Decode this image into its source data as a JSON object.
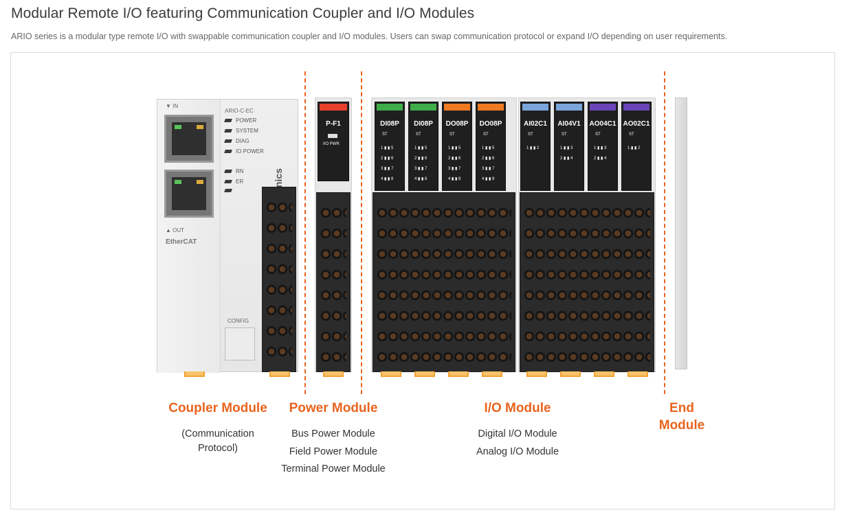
{
  "header": {
    "title": "Modular Remote I/O featuring Communication Coupler and I/O Modules",
    "description": "ARIO series is a modular type remote I/O with swappable communication coupler and I/O modules. Users can swap communication protocol or expand I/O depending on user requirements."
  },
  "device": {
    "coupler": {
      "model": "ARIO-C-EC",
      "brand": "Autonics",
      "port_in": "▼ IN",
      "port_out": "▲ OUT",
      "protocol_logo": "EtherCAT",
      "config": "CONFIG",
      "leds": [
        "POWER",
        "SYSTEM",
        "DIAG",
        "IO POWER",
        "RN",
        "ER",
        ""
      ]
    },
    "power_module": {
      "label": "P-F1",
      "sub": "I/O PWR",
      "cap_color": "#e8402a"
    },
    "io_modules": [
      {
        "label": "DI08P",
        "cap_color": "#3fae49",
        "st": "ST",
        "channels": [
          "1 ▮ ▮ 5",
          "2 ▮ ▮ 6",
          "3 ▮ ▮ 7",
          "4 ▮ ▮ 8"
        ]
      },
      {
        "label": "DI08P",
        "cap_color": "#3fae49",
        "st": "ST",
        "channels": [
          "1 ▮ ▮ 5",
          "2 ▮ ▮ 6",
          "3 ▮ ▮ 7",
          "4 ▮ ▮ 8"
        ]
      },
      {
        "label": "DO08P",
        "cap_color": "#f07a22",
        "st": "ST",
        "channels": [
          "1 ▮ ▮ 5",
          "2 ▮ ▮ 6",
          "3 ▮ ▮ 7",
          "4 ▮ ▮ 8"
        ]
      },
      {
        "label": "DO08P",
        "cap_color": "#f07a22",
        "st": "ST",
        "channels": [
          "1 ▮ ▮ 5",
          "2 ▮ ▮ 6",
          "3 ▮ ▮ 7",
          "4 ▮ ▮ 8"
        ]
      },
      {
        "label": "AI02C1",
        "cap_color": "#7aa6dc",
        "st": "ST",
        "channels": [
          "1 ▮ ▮ 2"
        ]
      },
      {
        "label": "AI04V1",
        "cap_color": "#7aa6dc",
        "st": "ST",
        "channels": [
          "1 ▮ ▮ 3",
          "2 ▮ ▮ 4"
        ]
      },
      {
        "label": "AO04C1",
        "cap_color": "#6a44b8",
        "st": "ST",
        "channels": [
          "1 ▮ ▮ 3",
          "2 ▮ ▮ 4"
        ]
      },
      {
        "label": "AO02C1",
        "cap_color": "#6a44b8",
        "st": "ST",
        "channels": [
          "1 ▮ ▮ 2"
        ]
      }
    ]
  },
  "captions": {
    "coupler": {
      "title": "Coupler Module",
      "lines": [
        "(Communication",
        "Protocol)"
      ]
    },
    "power": {
      "title": "Power Module",
      "lines": [
        "Bus Power Module",
        "Field Power Module",
        "Terminal Power Module"
      ]
    },
    "io": {
      "title": "I/O Module",
      "lines": [
        "Digital I/O Module",
        "Analog I/O Module"
      ]
    },
    "end": {
      "title_line1": "End",
      "title_line2": "Module"
    }
  },
  "colors": {
    "accent": "#e8641e"
  }
}
